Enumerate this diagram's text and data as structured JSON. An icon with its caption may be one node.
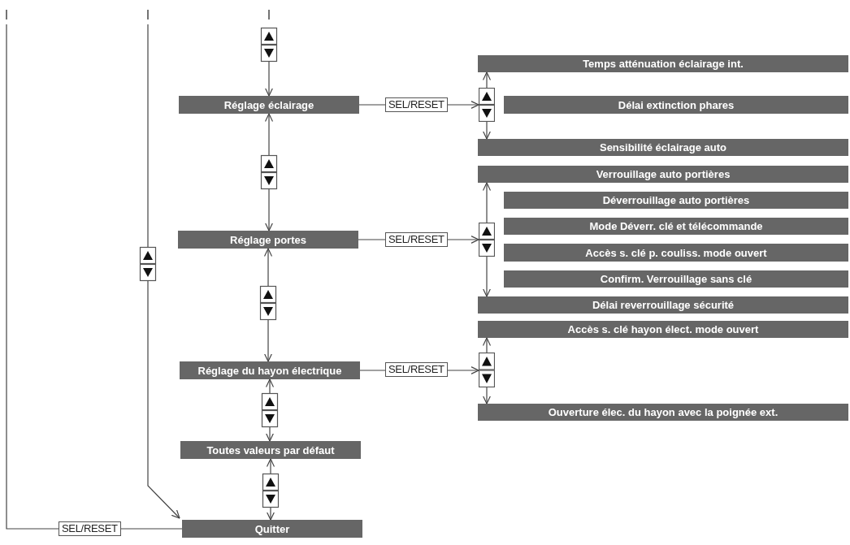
{
  "diagram": {
    "nodes": [
      {
        "text": [
          "Réglage éclairage"
        ]
      },
      {
        "text": [
          "Réglage portes"
        ]
      },
      {
        "text": [
          "Réglage du hayon électrique"
        ]
      },
      {
        "text": [
          "Toutes valeurs par défaut"
        ]
      },
      {
        "text": [
          "Quitter"
        ]
      },
      {
        "text": [
          "Temps atténuation éclairage int."
        ]
      },
      {
        "text": [
          "Délai extinction phares"
        ]
      },
      {
        "text": [
          "Sensibilité éclairage auto"
        ]
      },
      {
        "text": [
          "Verrouillage auto portières"
        ]
      },
      {
        "text": [
          "Déverrouillage auto portières"
        ]
      },
      {
        "text": [
          "Mode Déverr. clé et télécommande"
        ]
      },
      {
        "text": [
          "Accès s. clé p. couliss. mode ouvert"
        ]
      },
      {
        "text": [
          "Confirm. Verrouillage sans clé"
        ]
      },
      {
        "text": [
          "Délai reverrouillage sécurité"
        ]
      },
      {
        "text": [
          "Accès s. clé hayon élect. mode ouvert"
        ]
      },
      {
        "text": [
          "Ouverture élec. du hayon avec la poignée ext."
        ]
      },
      {
        "text": [],
        "shape": "box"
      },
      {
        "text": [],
        "shape": "box"
      },
      {
        "text": [],
        "shape": "box"
      }
    ],
    "edges": [
      {
        "from": null,
        "to": 0,
        "arrow": "to"
      },
      {
        "from": 0,
        "to": 1,
        "arrow": "both"
      },
      {
        "from": 1,
        "to": 2,
        "arrow": "both"
      },
      {
        "from": 2,
        "to": 3,
        "arrow": "both"
      },
      {
        "from": 3,
        "to": 4,
        "arrow": "both"
      },
      {
        "from": null,
        "to": 4,
        "arrow": "to"
      },
      {
        "from": 4,
        "to": null,
        "arrow": "none",
        "label": "SEL/RESET"
      },
      {
        "from": 0,
        "to": 16,
        "arrow": "to",
        "label": "SEL/RESET"
      },
      {
        "from": 16,
        "to": 5,
        "arrow": "to"
      },
      {
        "from": 16,
        "to": 7,
        "arrow": "to"
      },
      {
        "from": 1,
        "to": 17,
        "arrow": "to",
        "label": "SEL/RESET"
      },
      {
        "from": 17,
        "to": 8,
        "arrow": "to"
      },
      {
        "from": 17,
        "to": 13,
        "arrow": "to"
      },
      {
        "from": 2,
        "to": 18,
        "arrow": "to",
        "label": "SEL/RESET"
      },
      {
        "from": 18,
        "to": 14,
        "arrow": "to"
      },
      {
        "from": 18,
        "to": 15,
        "arrow": "to"
      }
    ]
  }
}
